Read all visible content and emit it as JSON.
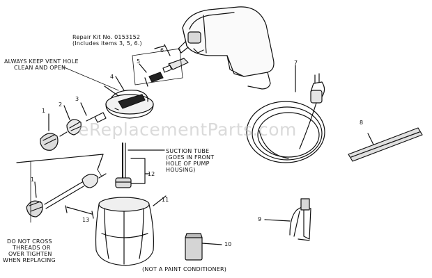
{
  "watermark": "eReplacementParts.com",
  "labels": {
    "repair_kit": "Repair Kit No. 0153152",
    "includes": "(Includes items 3, 5, 6.)",
    "vent_line1": "ALWAYS KEEP VENT HOLE",
    "vent_line2": "CLEAN AND OPEN",
    "suction_line1": "SUCTION TUBE",
    "suction_line2": "(GOES IN FRONT",
    "suction_line3": "HOLE OF PUMP",
    "suction_line4": "HOUSING)",
    "warn_line1": "DO NOT CROSS",
    "warn_line2": "THREADS OR",
    "warn_line3": "OVER TIGHTEN",
    "warn_line4": "WHEN REPLACING",
    "not_paint": "(NOT A PAINT CONDITIONER)"
  },
  "part_numbers": {
    "p1a": "1",
    "p1b": "1",
    "p2": "2",
    "p3": "3",
    "p4": "4",
    "p5": "5",
    "p6": "6",
    "p7": "7",
    "p8": "8",
    "p9": "9",
    "p10": "10",
    "p11": "11",
    "p12": "12",
    "p13": "13"
  },
  "colors": {
    "ink": "#111111",
    "watermark": "#bdbdbd",
    "background": "#ffffff"
  }
}
